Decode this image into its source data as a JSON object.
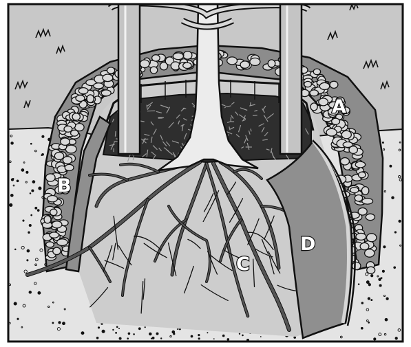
{
  "diagram": {
    "labels": {
      "a": "A",
      "b": "B",
      "c": "C",
      "d": "D"
    },
    "parts": {
      "a": "gravel-mulch-ring",
      "b": "edging-barrier-cutaway",
      "c": "root-system",
      "d": "root-barrier-panel"
    },
    "colors": {
      "sky": "#c8c8c8",
      "soil": "#e4e4e4",
      "planting_hole": "#cdcdcd",
      "mulch_mound": "#8c8c8c",
      "stones": "#d9d9d9",
      "barrier": "#8f8f8f",
      "trunk": "#ececec",
      "stakes": "#c4c4c4",
      "roots": "#555555",
      "wood_chips": "#2e2e2e",
      "outline": "#111111"
    }
  }
}
